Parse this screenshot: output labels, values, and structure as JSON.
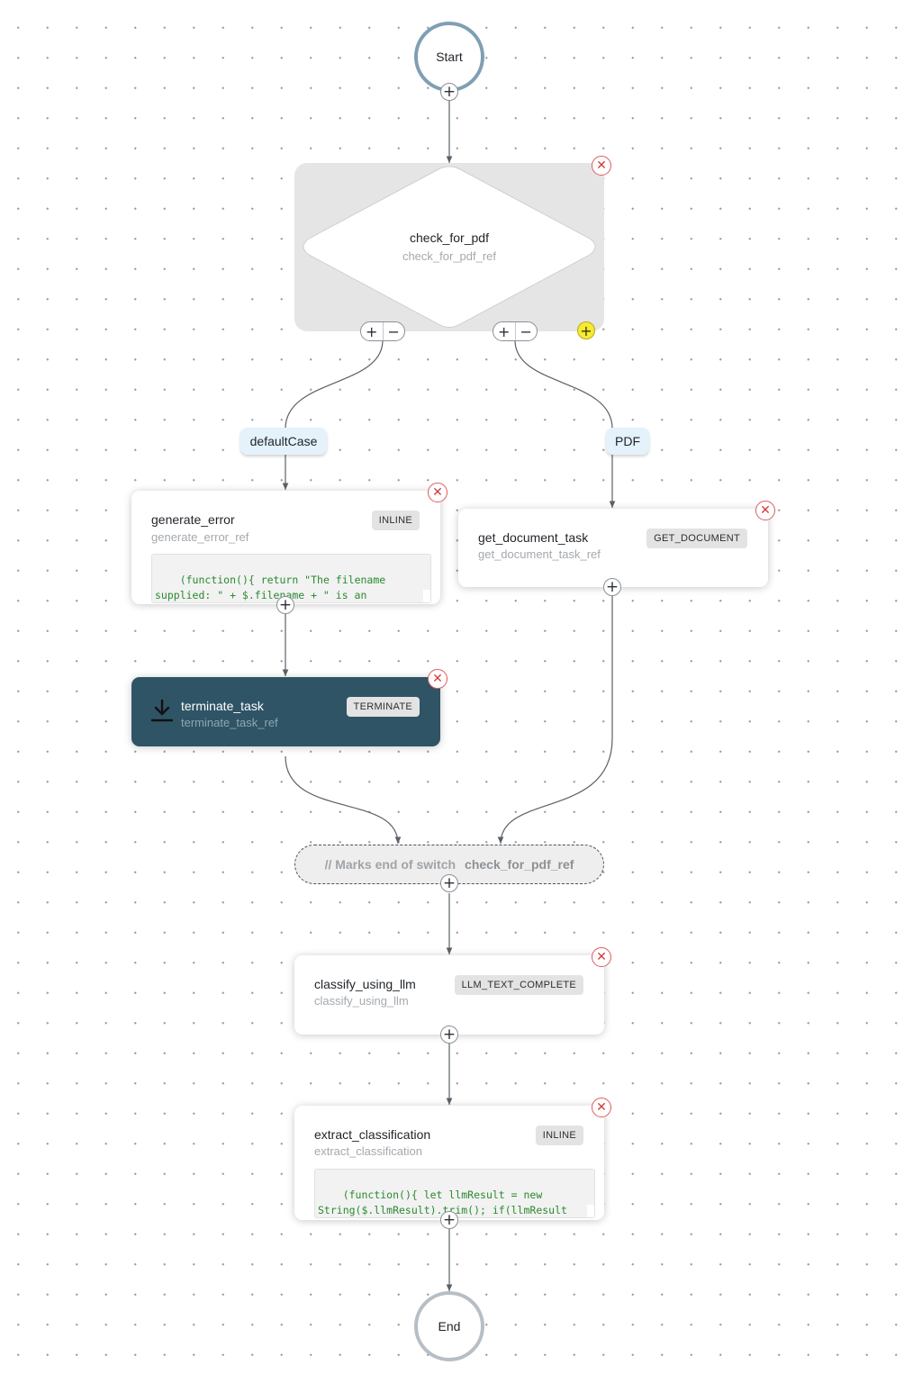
{
  "nodes": {
    "start": {
      "label": "Start"
    },
    "end": {
      "label": "End"
    },
    "switch": {
      "name": "check_for_pdf",
      "ref": "check_for_pdf_ref"
    },
    "cases": {
      "default": "defaultCase",
      "pdf": "PDF"
    },
    "generate_error": {
      "name": "generate_error",
      "ref": "generate_error_ref",
      "type": "INLINE",
      "code": "(function(){ return \"The filename supplied: \" + $.filename + \" is an unsupported file type. Please try again"
    },
    "get_document": {
      "name": "get_document_task",
      "ref": "get_document_task_ref",
      "type": "GET_DOCUMENT"
    },
    "terminate": {
      "name": "terminate_task",
      "ref": "terminate_task_ref",
      "type": "TERMINATE"
    },
    "join": {
      "comment": "// Marks end of switch",
      "ref": "check_for_pdf_ref"
    },
    "classify": {
      "name": "classify_using_llm",
      "ref": "classify_using_llm",
      "type": "LLM_TEXT_COMPLETE"
    },
    "extract": {
      "name": "extract_classification",
      "ref": "extract_classification",
      "type": "INLINE",
      "code": "(function(){ let llmResult = new String($.llmResult).trim(); if(llmResult === 'NO_MATCH') { return \"This document"
    }
  },
  "icons": {
    "add": "plus-icon",
    "remove": "minus-icon",
    "delete": "close-x-icon",
    "terminate": "download-arrow-icon"
  },
  "colors": {
    "start_border": "#7f9fb3",
    "end_border": "#b6bec6",
    "terminate_bg": "#2f5465",
    "case_label_bg": "#e4f2fb",
    "delete_red": "#e05a5a",
    "add_case_yellow": "#f5ea35",
    "switch_bg": "#e5e5e5"
  }
}
